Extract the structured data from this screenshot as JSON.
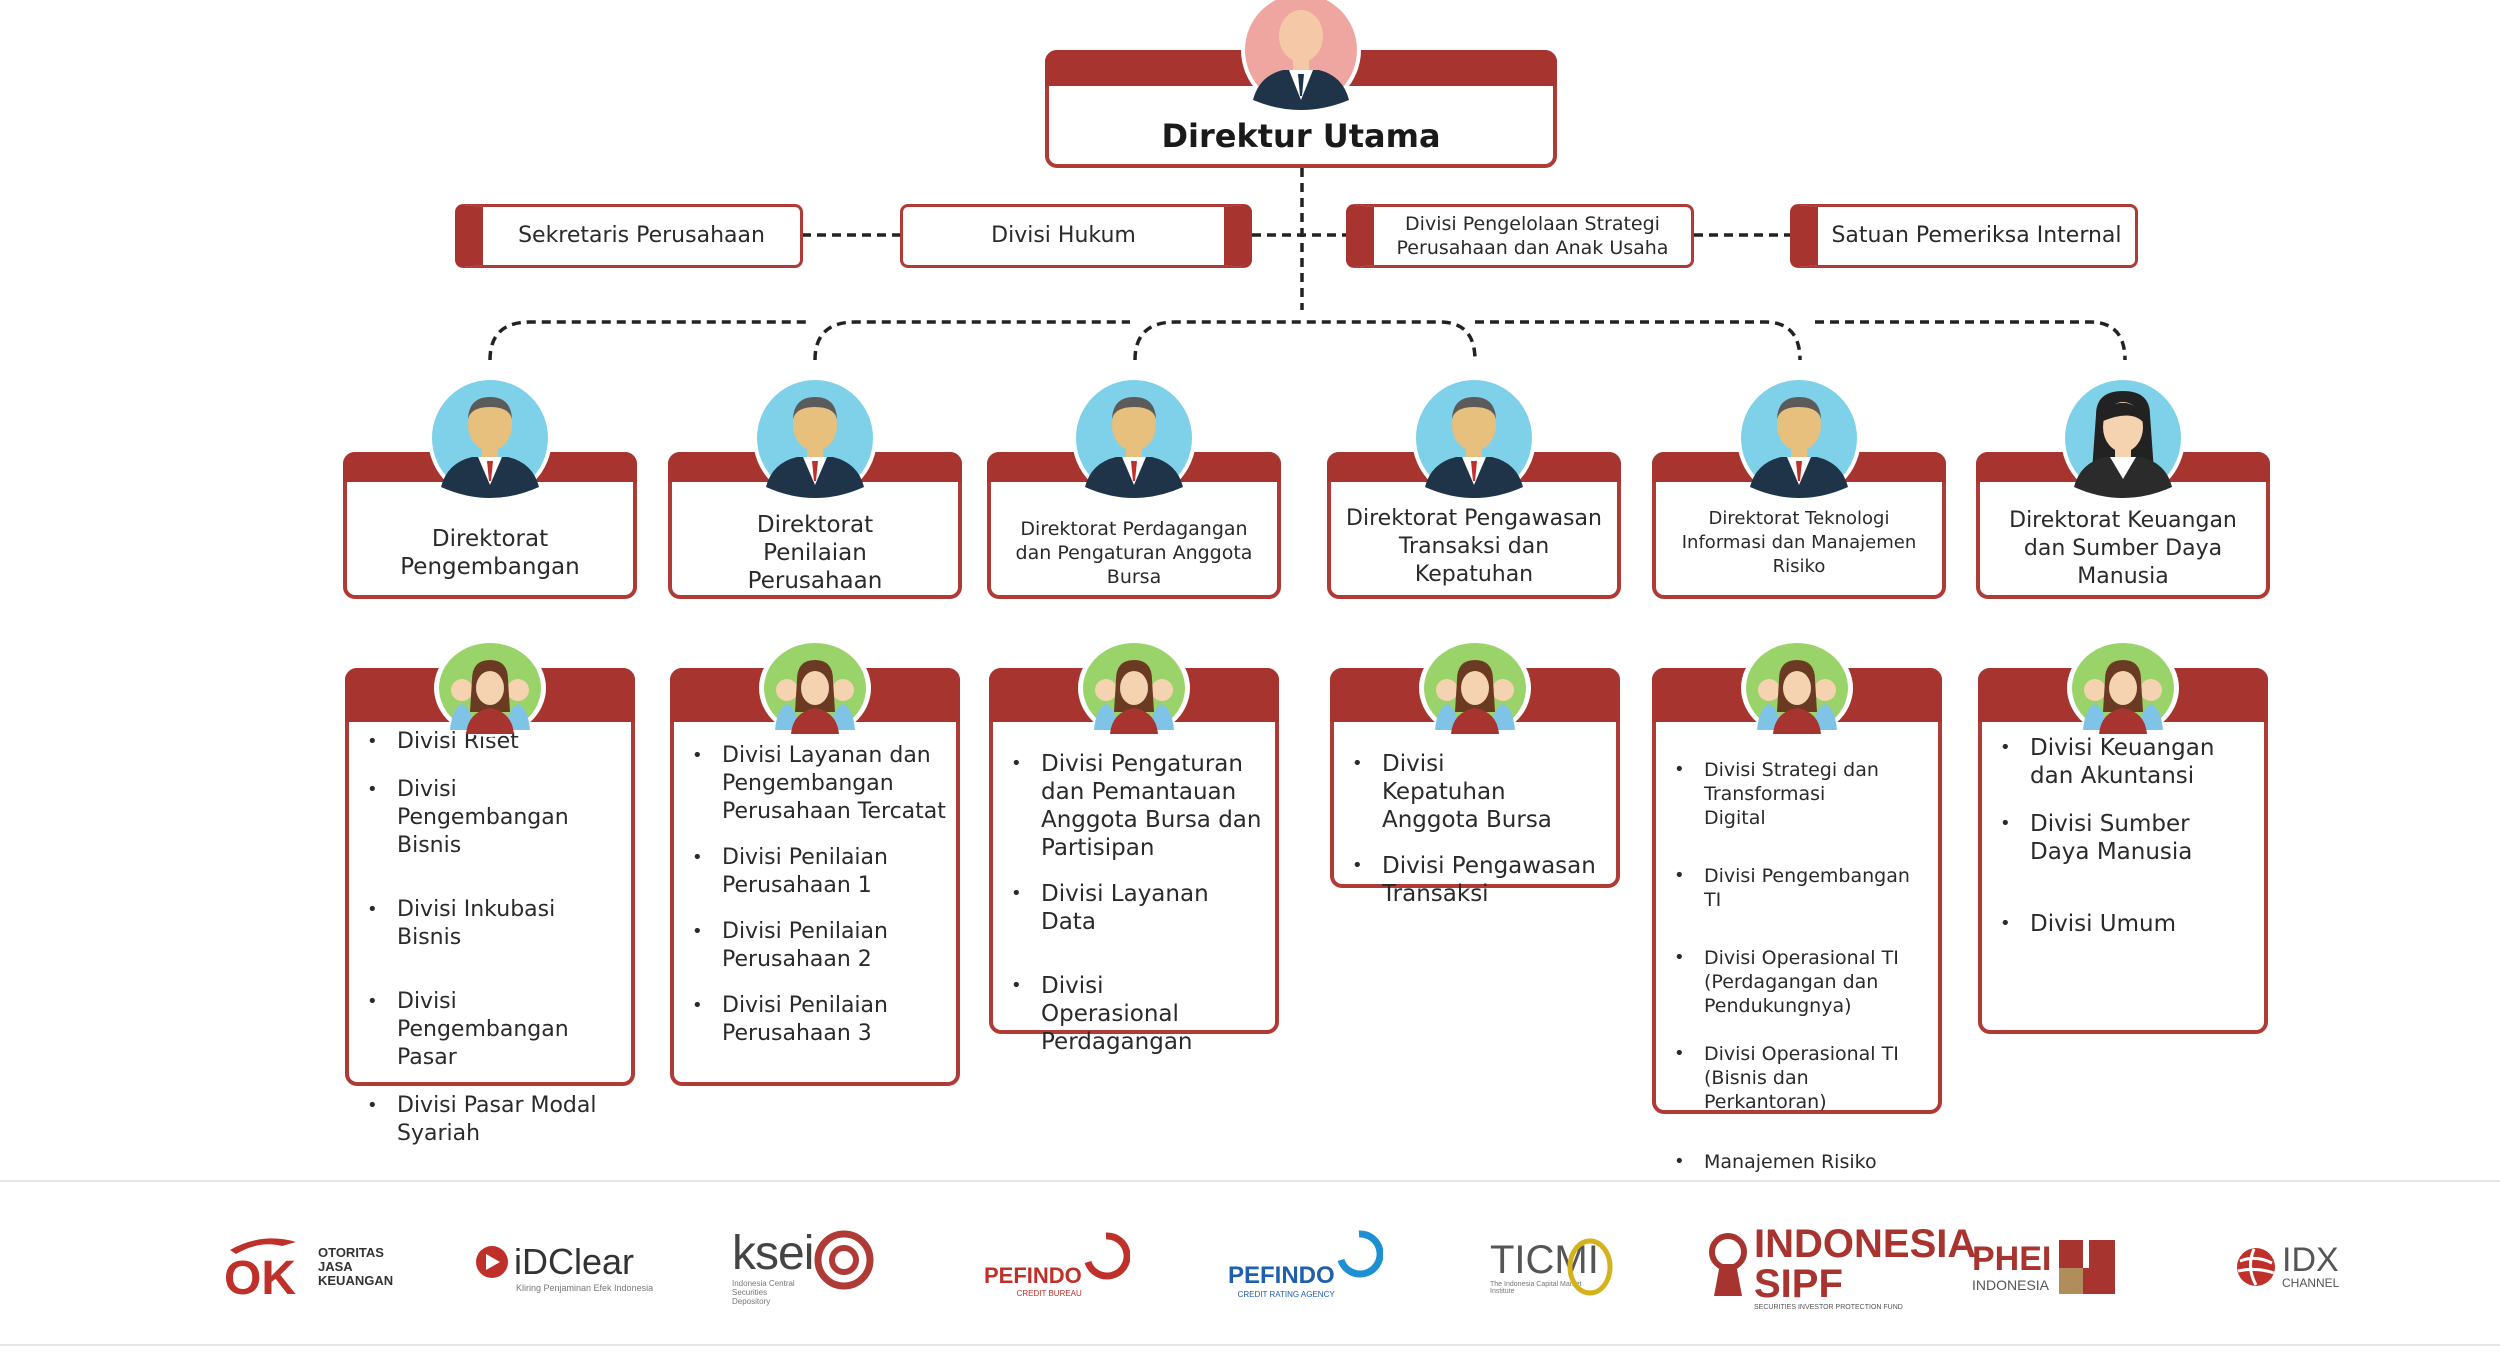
{
  "colors": {
    "accent": "#a8342f",
    "border": "#b03a36",
    "male_bg": "#7fd1ea",
    "team_bg": "#9ad36a",
    "ceo_bg": "#f0a6a0"
  },
  "top": {
    "title": "Direktur Utama"
  },
  "staff": [
    {
      "label": "Sekretaris Perusahaan"
    },
    {
      "label": "Divisi Hukum"
    },
    {
      "label": "Divisi Pengelolaan Strategi Perusahaan dan Anak Usaha"
    },
    {
      "label": "Satuan Pemeriksa Internal"
    }
  ],
  "directorates": [
    {
      "title": "Direktorat Pengembangan",
      "avatar": "male-icon",
      "divisions": [
        "Divisi Riset",
        "Divisi Pengembangan Bisnis",
        "Divisi Inkubasi Bisnis",
        "Divisi Pengembangan Pasar",
        "Divisi Pasar Modal Syariah"
      ]
    },
    {
      "title": "Direktorat Penilaian Perusahaan",
      "avatar": "male-icon",
      "divisions": [
        "Divisi Layanan dan Pengembangan Perusahaan Tercatat",
        "Divisi Penilaian Perusahaan 1",
        "Divisi Penilaian Perusahaan 2",
        "Divisi Penilaian Perusahaan 3"
      ]
    },
    {
      "title": "Direktorat Perdagangan dan Pengaturan Anggota Bursa",
      "avatar": "male-icon",
      "divisions": [
        "Divisi Pengaturan dan Pemantauan Anggota Bursa dan Partisipan",
        "Divisi Layanan Data",
        "Divisi Operasional Perdagangan"
      ]
    },
    {
      "title": "Direktorat Pengawasan Transaksi dan Kepatuhan",
      "avatar": "male-icon",
      "divisions": [
        "Divisi Kepatuhan Anggota Bursa",
        "Divisi Pengawasan Transaksi"
      ]
    },
    {
      "title": "Direktorat Teknologi Informasi dan Manajemen Risiko",
      "avatar": "male-icon",
      "divisions": [
        "Divisi Strategi dan Transformasi Digital",
        "Divisi Pengembangan TI",
        "Divisi Operasional TI (Perdagangan dan Pendukungnya)",
        "Divisi Operasional TI (Bisnis dan Perkantoran)",
        "Manajemen Risiko"
      ]
    },
    {
      "title": "Direktorat Keuangan dan Sumber Daya Manusia",
      "avatar": "female-icon",
      "divisions": [
        "Divisi Keuangan dan Akuntansi",
        "Divisi Sumber Daya Manusia",
        "Divisi Umum"
      ]
    }
  ],
  "logos": [
    {
      "main": "OK",
      "sub": "OTORITAS JASA KEUANGAN",
      "color": "#c0302b"
    },
    {
      "main": "iDClear",
      "sub": "Kliring Penjaminan Efek Indonesia",
      "color": "#333333"
    },
    {
      "main": "ksei",
      "sub": "Indonesia Central Securities Depository",
      "color": "#444444"
    },
    {
      "main": "PEFINDO",
      "sub": "CREDIT BUREAU",
      "color": "#c0302b"
    },
    {
      "main": "PEFINDO",
      "sub": "CREDIT RATING AGENCY",
      "color": "#1e5fae"
    },
    {
      "main": "TICMI",
      "sub": "The Indonesia Capital Market Institute",
      "color": "#555555"
    },
    {
      "main": "INDONESIA SIPF",
      "sub": "SECURITIES INVESTOR PROTECTION FUND",
      "color": "#a8342f"
    },
    {
      "main": "PHEI",
      "sub": "INDONESIA",
      "color": "#a8342f"
    },
    {
      "main": "IDX",
      "sub": "CHANNEL",
      "color": "#555555"
    }
  ]
}
